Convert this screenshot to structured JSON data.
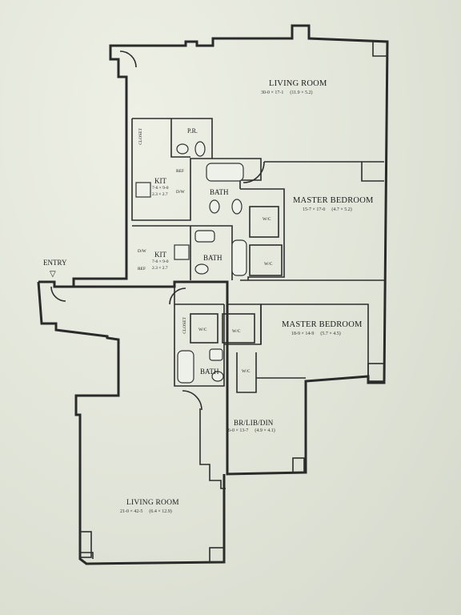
{
  "entry": "ENTRY",
  "rooms": {
    "living_top": {
      "name": "LIVING ROOM",
      "dim_ft": "30-0 × 17-1",
      "dim_m": "(11.9 × 5.2)"
    },
    "master_bed_1": {
      "name": "MASTER BEDROOM",
      "dim_ft": "15-7 × 17-0",
      "dim_m": "(4.7 × 5.2)"
    },
    "master_bed_2": {
      "name": "MASTER BEDROOM",
      "dim_ft": "18-9 × 14-9",
      "dim_m": "(5.7 × 4.5)"
    },
    "br_lib_din": {
      "name": "BR/LIB/DIN",
      "dim_ft": "16-0 × 13-7",
      "dim_m": "(4.9 × 4.1)"
    },
    "living_bottom": {
      "name": "LIVING ROOM",
      "dim_ft": "21-0 × 42-5",
      "dim_m": "(6.4 × 12.9)"
    },
    "kit_1": {
      "name": "KIT",
      "dim_ft": "7-6 × 9-0",
      "dim_m": "2.3 × 2.7"
    },
    "kit_2": {
      "name": "KIT",
      "dim_ft": "7-6 × 9-0",
      "dim_m": "2.3 × 2.7"
    },
    "pr": {
      "name": "P.R."
    },
    "bath_1": {
      "name": "BATH"
    },
    "bath_2": {
      "name": "BATH"
    },
    "bath_3": {
      "name": "BATH"
    }
  },
  "fixtures": {
    "closet_1": "CLOSET",
    "closet_2": "CLOSET",
    "ref_1": "REF",
    "ref_2": "REF",
    "dw_1": "D/W",
    "dw_2": "D/W",
    "wic_1": "W/C",
    "wic_2": "W/C",
    "wic_3": "W/C",
    "wic_4": "W/C",
    "wic_5": "W/C"
  }
}
